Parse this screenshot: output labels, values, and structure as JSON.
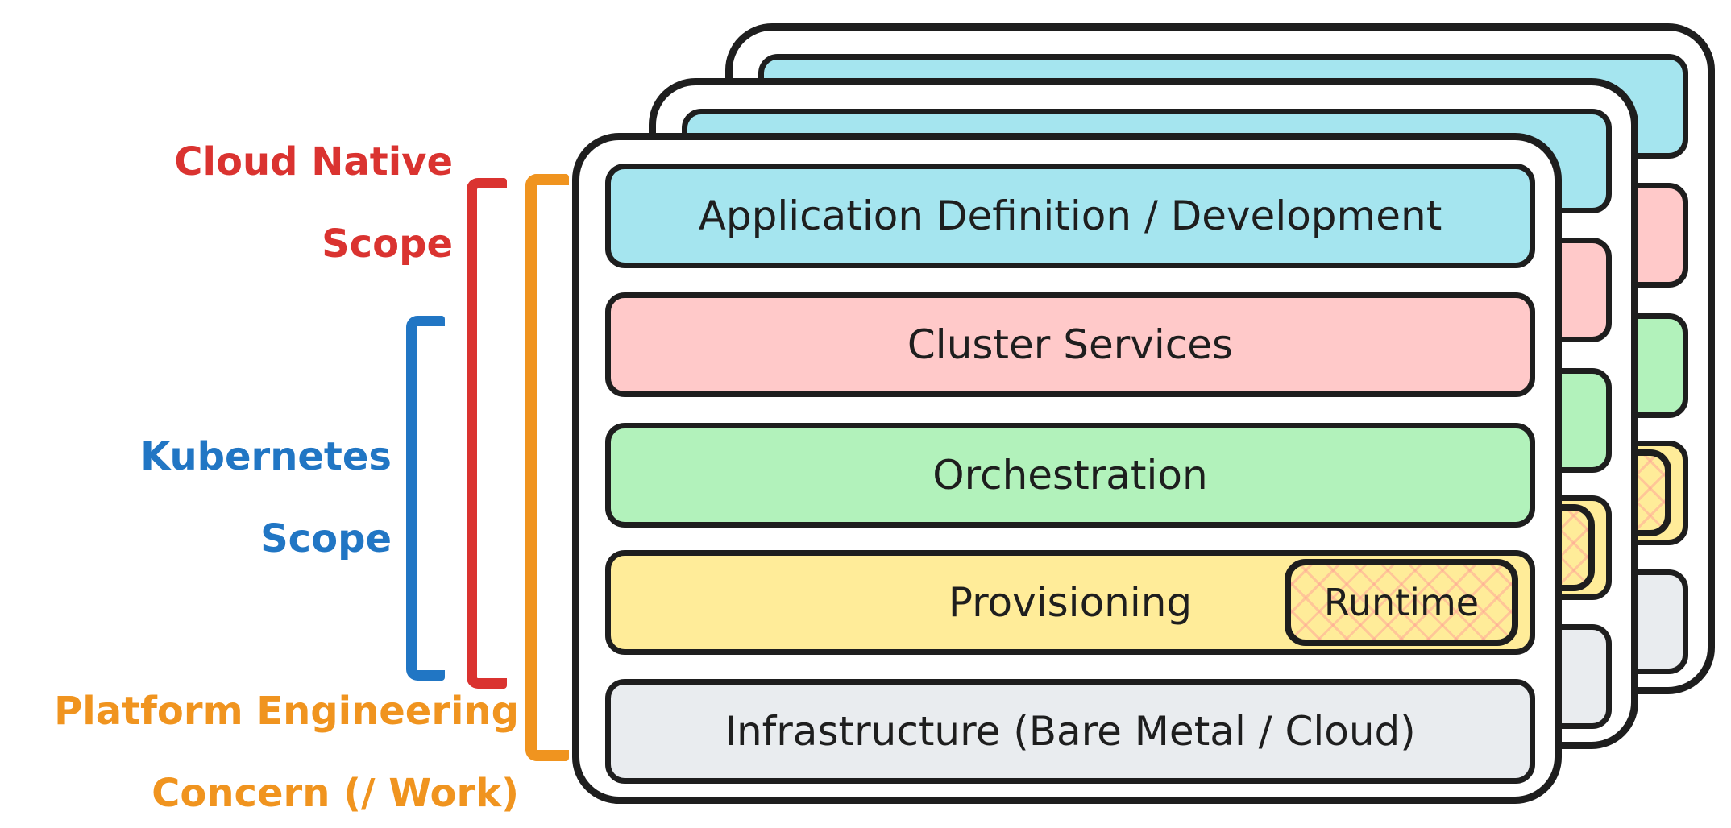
{
  "diagram": {
    "ink_color": "#1e1e1e",
    "stack_count": 3,
    "layers": [
      {
        "label": "Application Definition / Development",
        "color": "#a5e5ef"
      },
      {
        "label": "Cluster Services",
        "color": "#ffc9c9"
      },
      {
        "label": "Orchestration",
        "color": "#b2f2bb"
      },
      {
        "label": "Provisioning",
        "color": "#ffec99",
        "badge": "Runtime"
      },
      {
        "label": "Infrastructure (Bare Metal / Cloud)",
        "color": "#e9ecef"
      }
    ],
    "annotations": [
      {
        "id": "cloud-native-scope",
        "lines": [
          "Cloud Native",
          "Scope"
        ],
        "color": "#da3330"
      },
      {
        "id": "kubernetes-scope",
        "lines": [
          "Kubernetes",
          "Scope"
        ],
        "color": "#2176c4"
      },
      {
        "id": "platform-engineering-concern",
        "lines": [
          "Platform Engineering",
          "Concern (/ Work)"
        ],
        "color": "#f0941f"
      }
    ]
  }
}
